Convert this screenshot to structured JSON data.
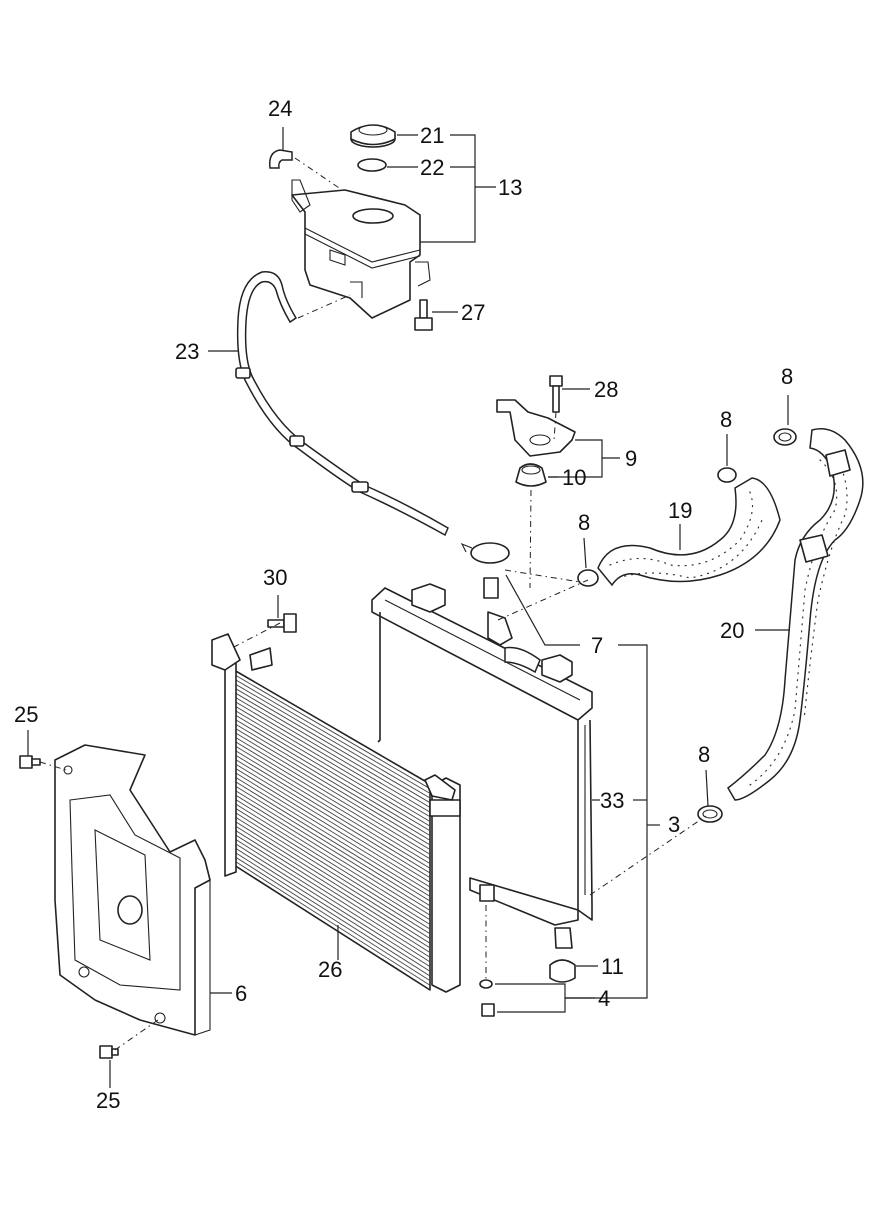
{
  "diagram": {
    "callouts": {
      "c24": "24",
      "c21": "21",
      "c22": "22",
      "c13": "13",
      "c27": "27",
      "c23": "23",
      "c28": "28",
      "c9": "9",
      "c10": "10",
      "c8a": "8",
      "c8b": "8",
      "c8c": "8",
      "c8d": "8",
      "c19": "19",
      "c20": "20",
      "c30": "30",
      "c7": "7",
      "c25a": "25",
      "c33": "33",
      "c3": "3",
      "c11": "11",
      "c4": "4",
      "c26": "26",
      "c6": "6",
      "c25b": "25"
    }
  }
}
